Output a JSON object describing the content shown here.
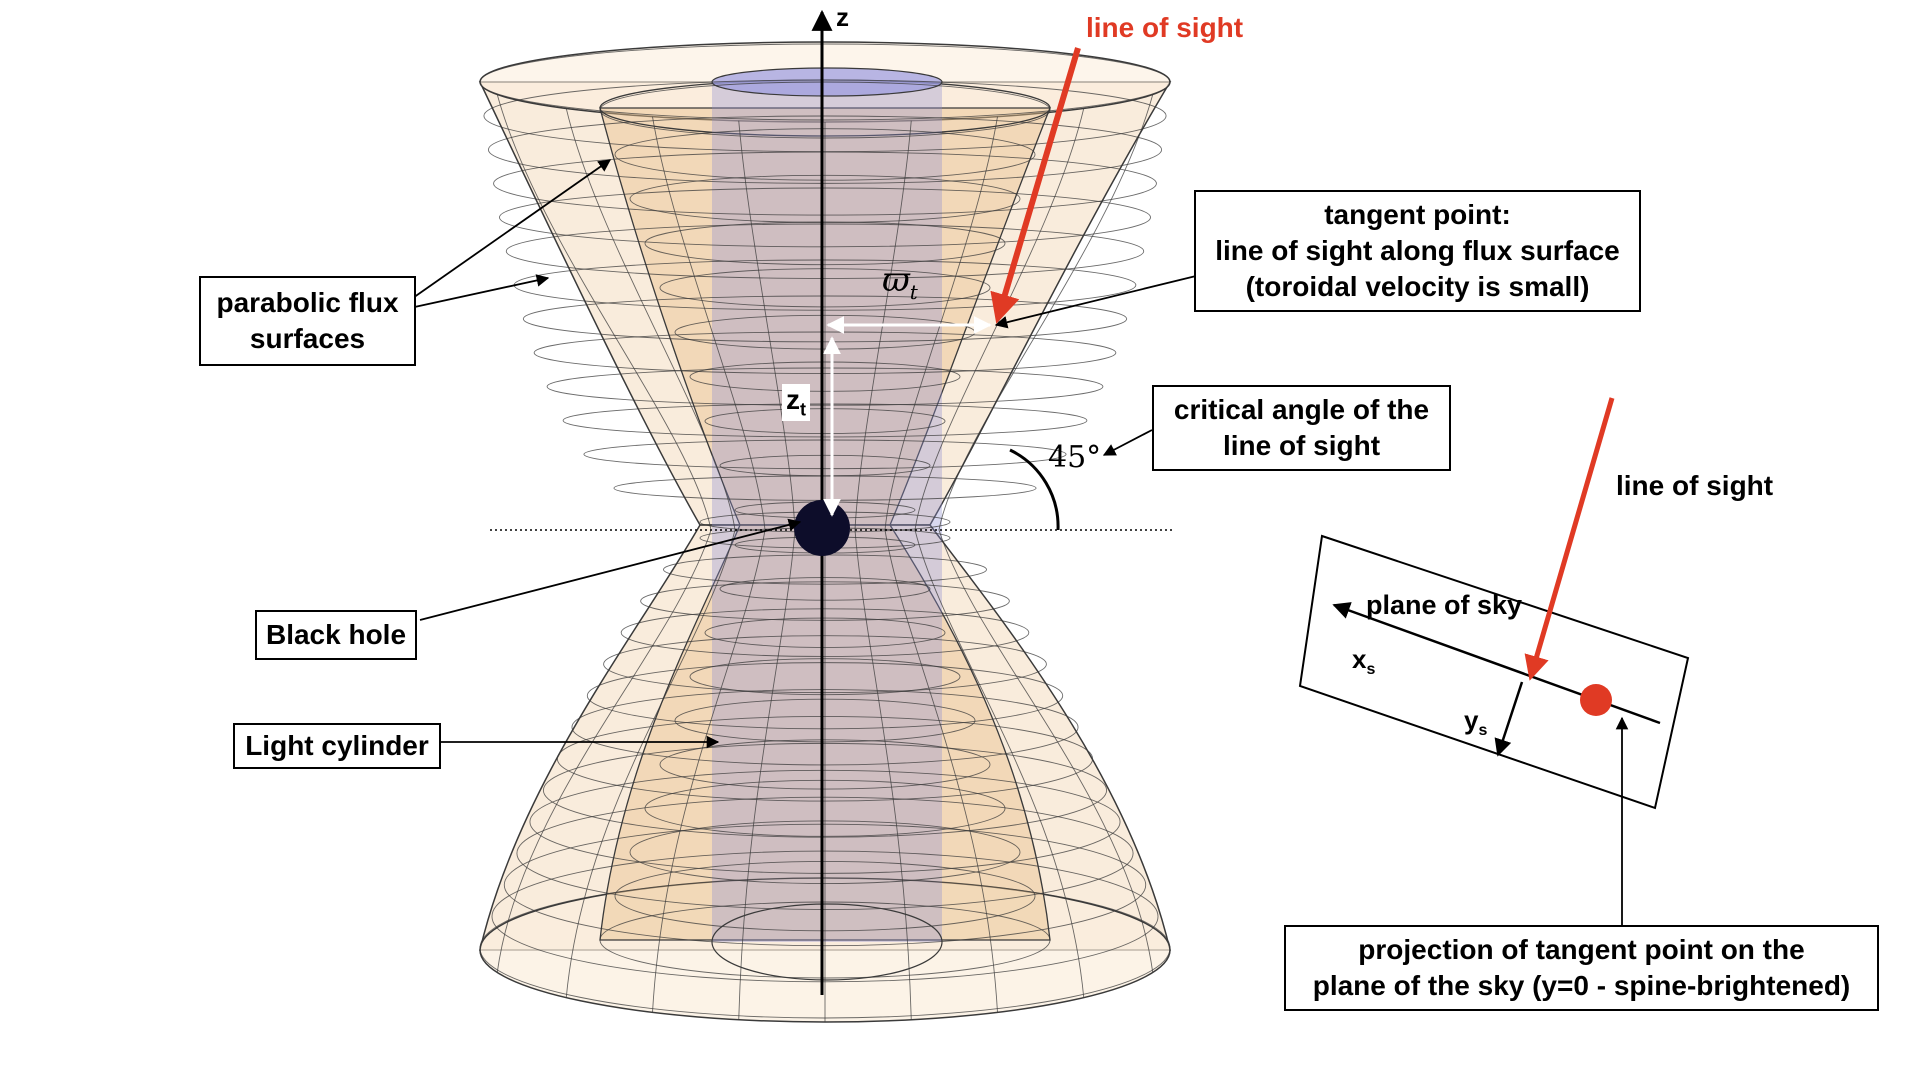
{
  "colors": {
    "line_of_sight": "#e03a24",
    "flux_surface_fill": "#f4dcc0",
    "inner_surface_fill": "#e8c28c",
    "light_cylinder_fill": "#8f8fd0",
    "black_hole": "#0d0d2a",
    "mesh": "#3a3a3a"
  },
  "labels": {
    "z_axis": "z",
    "line_of_sight_top": "line of sight",
    "line_of_sight_right": "line of sight",
    "omega_t": "ϖ",
    "omega_sub": "t",
    "z_t": "z",
    "z_t_sub": "t",
    "angle": "45°",
    "plane_of_sky": "plane of sky",
    "x_s": "x",
    "x_s_sub": "s",
    "y_s": "y",
    "y_s_sub": "s"
  },
  "boxes": {
    "parabolic": [
      "parabolic flux",
      "surfaces"
    ],
    "tangent": [
      "tangent point:",
      "line of sight along flux surface",
      "(toroidal velocity is small)"
    ],
    "critical": [
      "critical angle of the",
      "line of sight"
    ],
    "black_hole": [
      "Black hole"
    ],
    "light_cylinder": [
      "Light cylinder"
    ],
    "projection": [
      "projection of tangent point on the",
      "plane of the sky (y=0 - spine-brightened)"
    ]
  }
}
